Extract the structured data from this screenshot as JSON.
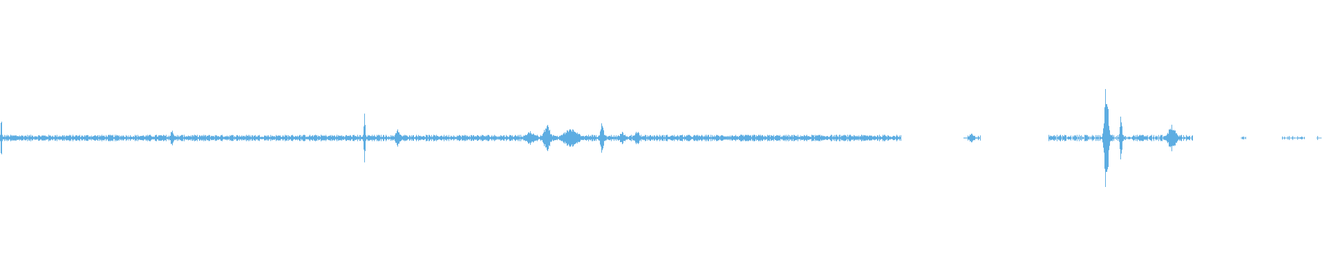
{
  "waveform": {
    "color": "#5dade2",
    "background": "#ffffff",
    "baseline_amplitude": 0.012,
    "spikes": [
      {
        "t": 0.0008,
        "amp": 0.08,
        "width": 0.0006
      },
      {
        "t": 0.1295,
        "amp": 0.03,
        "width": 0.0015
      },
      {
        "t": 0.2745,
        "amp": 0.1,
        "width": 0.0006
      },
      {
        "t": 0.2995,
        "amp": 0.04,
        "width": 0.002
      },
      {
        "t": 0.3995,
        "amp": 0.025,
        "width": 0.0045
      },
      {
        "t": 0.412,
        "amp": 0.05,
        "width": 0.003
      },
      {
        "t": 0.43,
        "amp": 0.035,
        "width": 0.007
      },
      {
        "t": 0.4535,
        "amp": 0.06,
        "width": 0.0015
      },
      {
        "t": 0.4685,
        "amp": 0.025,
        "width": 0.002
      },
      {
        "t": 0.48,
        "amp": 0.03,
        "width": 0.002
      },
      {
        "t": 0.732,
        "amp": 0.02,
        "width": 0.002
      },
      {
        "t": 0.8335,
        "amp": 0.21,
        "width": 0.0018
      },
      {
        "t": 0.8445,
        "amp": 0.1,
        "width": 0.001
      },
      {
        "t": 0.883,
        "amp": 0.05,
        "width": 0.0035
      }
    ],
    "segments": [
      {
        "start": 0.0,
        "end": 0.679,
        "density": 1.0,
        "amp": 0.01
      },
      {
        "start": 0.729,
        "end": 0.739,
        "density": 0.6,
        "amp": 0.008
      },
      {
        "start": 0.79,
        "end": 0.899,
        "density": 0.8,
        "amp": 0.01
      },
      {
        "start": 0.935,
        "end": 0.939,
        "density": 0.4,
        "amp": 0.006
      },
      {
        "start": 0.966,
        "end": 0.983,
        "density": 0.4,
        "amp": 0.006
      },
      {
        "start": 0.992,
        "end": 0.996,
        "density": 0.4,
        "amp": 0.006
      }
    ]
  }
}
